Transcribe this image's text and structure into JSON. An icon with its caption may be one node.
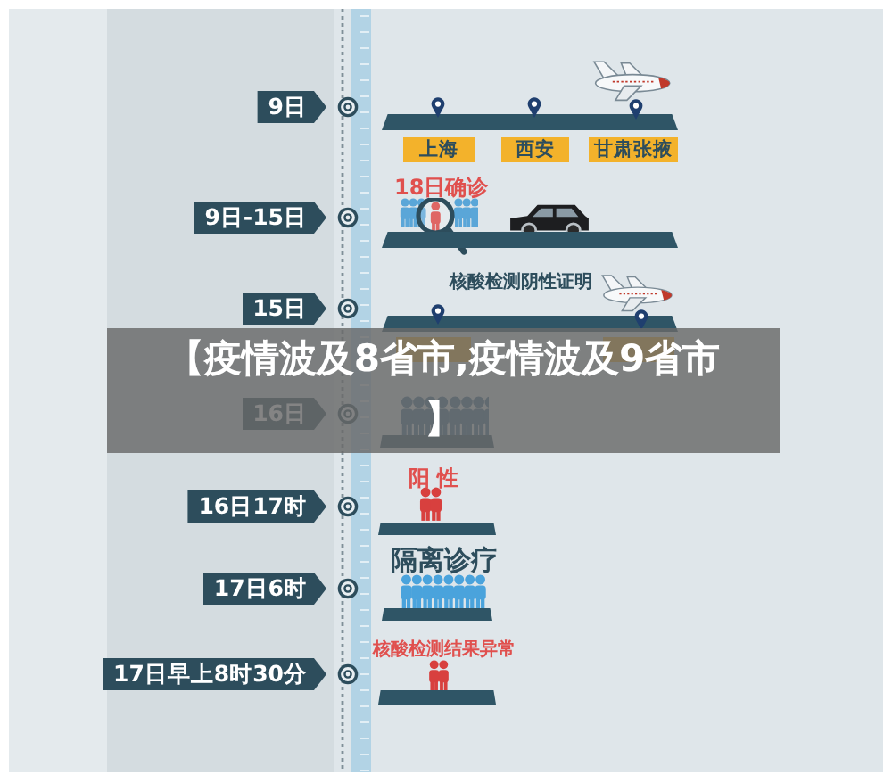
{
  "diagram": {
    "title": "【疫情波及8省市,疫情波及9省市】",
    "nodes": [
      {
        "text": [
          "9日"
        ]
      },
      {
        "text": [
          "上海"
        ]
      },
      {
        "text": [
          "西安"
        ]
      },
      {
        "text": [
          "甘肃张掖"
        ]
      },
      {
        "text": [
          "9日-15日"
        ]
      },
      {
        "text": [
          "15日"
        ]
      },
      {
        "text": [],
        "shape": "box"
      },
      {
        "text": [],
        "shape": "box"
      },
      {
        "text": [
          "16日"
        ]
      },
      {
        "text": [
          "16日17时"
        ]
      },
      {
        "text": [
          "17日6时"
        ]
      },
      {
        "text": [
          "17日早上8时30分"
        ]
      }
    ],
    "labels": [
      "18日确诊",
      "核酸检测阴性证明",
      "阳性",
      "隔离诊疗",
      "核酸检测结果异常"
    ]
  }
}
